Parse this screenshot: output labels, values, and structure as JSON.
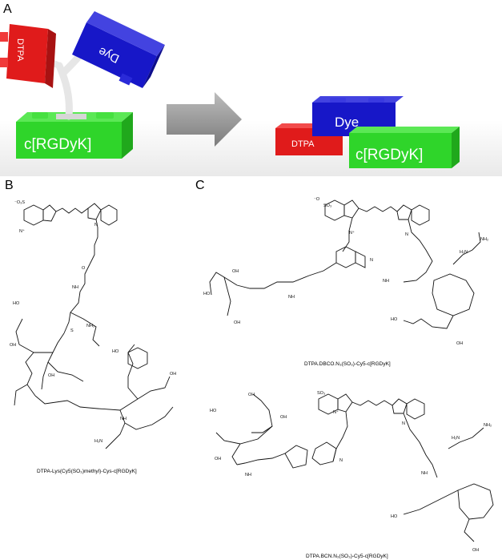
{
  "panels": {
    "a": {
      "letter": "A",
      "left_assembly": {
        "dtpa": "DTPA",
        "dye": "Dye",
        "peptide": "c[RGDyK]"
      },
      "right_assembly": {
        "dtpa": "DTPA",
        "dye": "Dye",
        "peptide": "c[RGDyK]"
      },
      "colors": {
        "dtpa": "#e01b1b",
        "dye": "#1717c8",
        "peptide": "#2fd52a",
        "arrow": "#9a9a9a"
      }
    },
    "b": {
      "letter": "B",
      "caption": "DTPA-Lys(Cy5(SO₃)methyl)-Cys-c[RGDyK]",
      "atoms": {
        "sulfonate": "⁻O₃S",
        "n_plus": "N⁺",
        "n": "N",
        "nh2": "NH₂",
        "h2n": "H₂N",
        "o": "O",
        "oh": "OH",
        "ho": "HO",
        "s": "S",
        "nh": "NH"
      }
    },
    "c": {
      "letter": "C",
      "caption_top": "DTPA.DBCO.N₃(SO₃)-Cy5-c[RGDyK]",
      "caption_bottom": "DTPA.BCN.N₃(SO₃)-Cy5-c[RGDyK]",
      "atoms": {
        "sulfonate": "SO₃",
        "o_minus": "⁻O",
        "n_plus": "N⁺",
        "n": "N",
        "oh": "OH",
        "ho": "HO",
        "nh": "NH",
        "nh2": "NH₂",
        "h2n": "H₂N"
      }
    }
  }
}
